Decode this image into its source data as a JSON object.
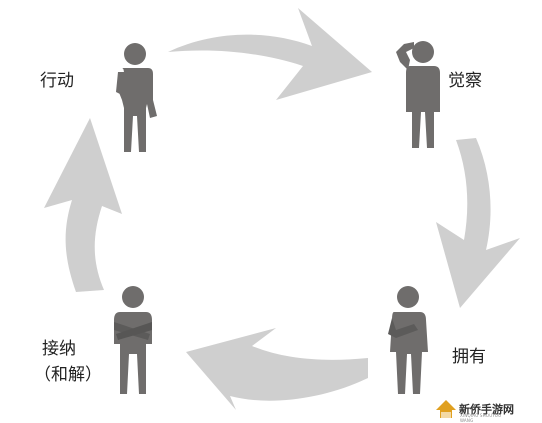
{
  "stages": {
    "action": "行动",
    "awareness": "觉察",
    "ownership": "拥有",
    "acceptance_line1": "接纳",
    "acceptance_line2": "（和解）"
  },
  "watermark": {
    "text": "新侨手游网",
    "sub": "XINQIAO SHOUYOU WANG"
  },
  "colors": {
    "figure": "#6f6d6c",
    "arrow": "#cfcfcf",
    "text": "#222222"
  },
  "icons": [
    "person-standing-icon",
    "person-thinking-icon",
    "person-hand-on-chest-icon",
    "person-arms-crossed-icon",
    "cycle-arrow-icon",
    "logo-icon"
  ]
}
